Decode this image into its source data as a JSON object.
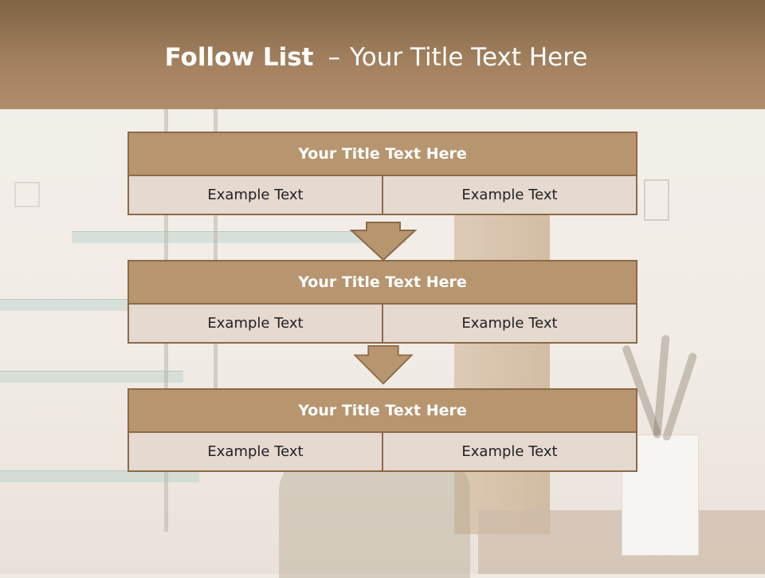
{
  "slide": {
    "title_bold": "Follow List",
    "title_dash": "–",
    "title_rest": "Your Title Text Here"
  },
  "blocks": [
    {
      "title": "Your Title Text Here",
      "cells": [
        "Example Text",
        "Example Text"
      ]
    },
    {
      "title": "Your Title Text Here",
      "cells": [
        "Example Text",
        "Example Text"
      ]
    },
    {
      "title": "Your Title Text Here",
      "cells": [
        "Example Text",
        "Example Text"
      ]
    }
  ],
  "colors": {
    "header": "#a4825f",
    "block_title": "#b7956f",
    "block_cell": "#e5d9d0",
    "border": "#8c6a47",
    "arrow": "#b7956f"
  },
  "icons": [
    "down-arrow-icon",
    "down-arrow-icon"
  ]
}
